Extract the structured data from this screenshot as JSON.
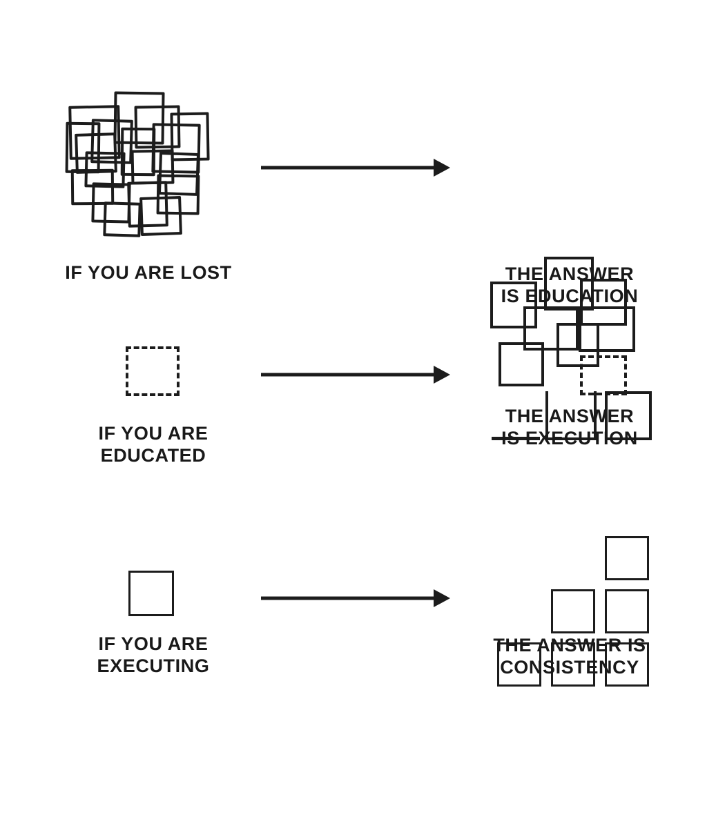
{
  "meta": {
    "background_color": "#ffffff",
    "ink_color": "#1c1c1c",
    "text_color": "#191919"
  },
  "rows": [
    {
      "id": "row-lost-education",
      "left_caption": "IF YOU ARE LOST",
      "right_caption": "THE ANSWER\nIS EDUCATION",
      "left_figure": "chaotic-overlapping-squares",
      "right_figure": "organized-squares-with-dashed-square",
      "arrow": "right-arrow"
    },
    {
      "id": "row-educated-execution",
      "left_caption": "IF YOU ARE\nEDUCATED",
      "right_caption": "THE ANSWER\nIS EXECUTION",
      "left_figure": "single-dashed-square",
      "right_figure": "square-build-progression",
      "arrow": "right-arrow"
    },
    {
      "id": "row-executing-consistency",
      "left_caption": "IF YOU ARE\nEXECUTING",
      "right_caption": "THE ANSWER IS\nCONSISTENCY",
      "left_figure": "single-solid-square",
      "right_figure": "staircase-square-stack",
      "arrow": "right-arrow"
    }
  ]
}
